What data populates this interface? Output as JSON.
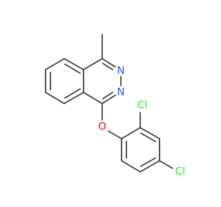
{
  "colors": {
    "bond": "#3a3a3a",
    "nitrogen": "#3050f8",
    "oxygen": "#ff0d0d",
    "chlorine": "#1ff01f"
  },
  "atoms": {
    "n_upper": "N",
    "n_lower": "N",
    "oxygen": "O",
    "cl_ortho": "Cl",
    "cl_para": "Cl"
  }
}
